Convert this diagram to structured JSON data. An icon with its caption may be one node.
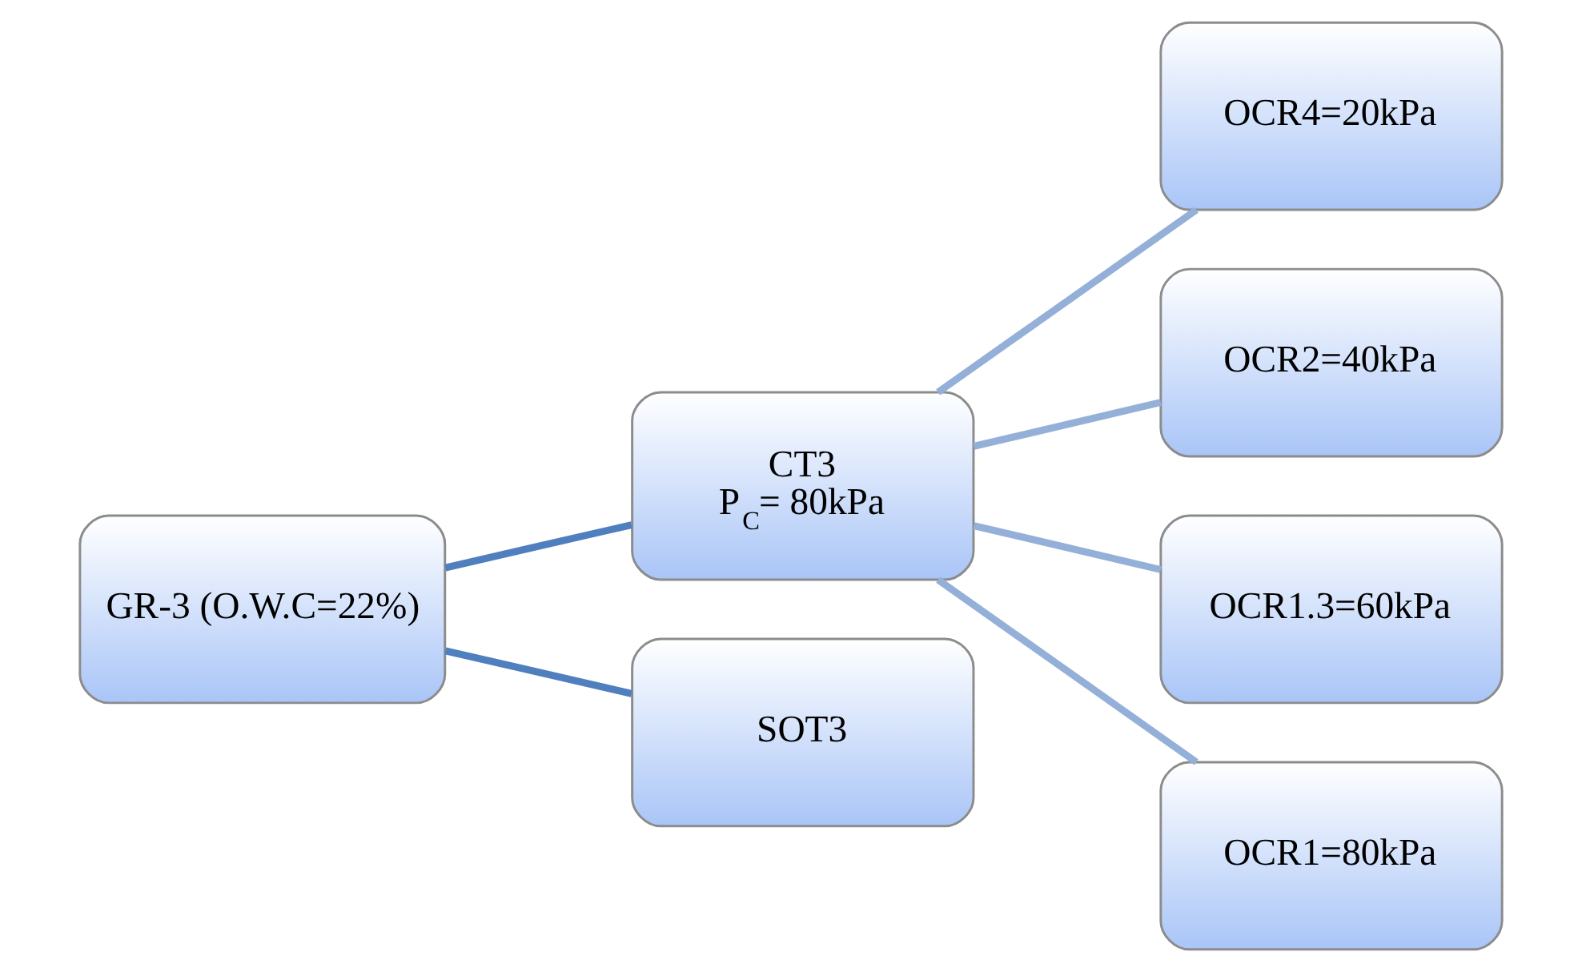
{
  "diagram": {
    "nodes": [
      {
        "text": [
          "GR-3 (O.W.C=22%)"
        ]
      },
      {
        "text": [
          "CT3",
          "P$_{C}$= 80kPa"
        ]
      },
      {
        "text": [
          "SOT3"
        ]
      },
      {
        "text": [
          "OCR4=20kPa"
        ]
      },
      {
        "text": [
          "OCR2=40kPa"
        ]
      },
      {
        "text": [
          "OCR1.3=60kPa"
        ]
      },
      {
        "text": [
          "OCR1=80kPa"
        ]
      }
    ],
    "edges": [
      {
        "from": 0,
        "to": 1,
        "arrow": "none",
        "color": "#4f7fbf"
      },
      {
        "from": 0,
        "to": 2,
        "arrow": "none",
        "color": "#4f7fbf"
      },
      {
        "from": 1,
        "to": 3,
        "arrow": "none"
      },
      {
        "from": 1,
        "to": 4,
        "arrow": "none"
      },
      {
        "from": 1,
        "to": 5,
        "arrow": "none"
      },
      {
        "from": 1,
        "to": 6,
        "arrow": "none"
      }
    ]
  }
}
